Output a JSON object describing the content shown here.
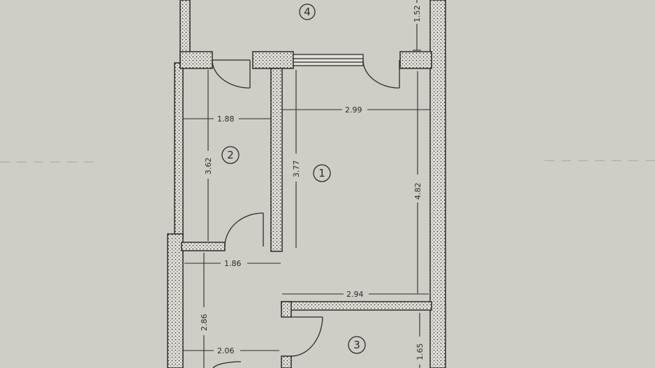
{
  "colors": {
    "paper": "#cfcdc6",
    "ink": "#2b2b2b",
    "wall_fill": "#e3e1da"
  },
  "rooms": [
    {
      "id": "room-4",
      "number": "4"
    },
    {
      "id": "room-2",
      "number": "2"
    },
    {
      "id": "room-1",
      "number": "1"
    },
    {
      "id": "room-3",
      "number": "3"
    }
  ],
  "dimensions": {
    "room4_height": "1.52",
    "room2_width": "1.88",
    "room2_height": "3.62",
    "room1_width": "2.99",
    "room1_height_left": "3.77",
    "room1_height_right": "4.82",
    "hall_width_upper": "1.86",
    "room1_width_lower": "2.94",
    "hall_height": "2.86",
    "hall_width_lower": "2.06",
    "room3_height": "1.65"
  }
}
